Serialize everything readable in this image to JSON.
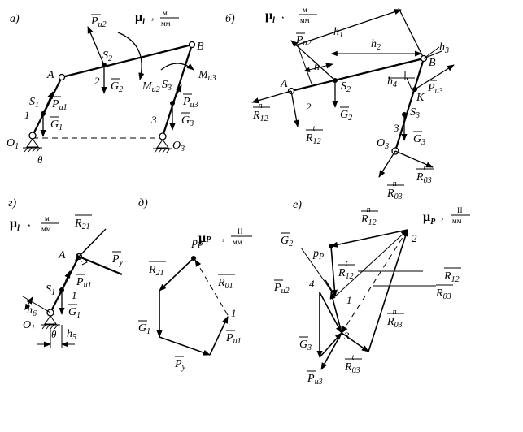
{
  "panels": {
    "a": "а)",
    "b": "б)",
    "g": "г)",
    "d": "д)",
    "e": "е)"
  },
  "scale": {
    "mu_l": "μ",
    "mu_l_sub": "l",
    "mu_P": "μ",
    "mu_P_sub": "P",
    "unit_len_num": "м",
    "unit_len_den": "мм",
    "unit_force_num": "Н",
    "unit_force_den": "мм"
  },
  "labels": {
    "A": "A",
    "B": "B",
    "K": "K",
    "S": "S",
    "O": "O",
    "G": "G",
    "P": "P",
    "R": "R",
    "M": "M",
    "h": "h",
    "pP": "p",
    "theta": "θ",
    "n": "n",
    "t": "t",
    "sub_1": "1",
    "sub_2": "2",
    "sub_3": "3",
    "sub_4": "4",
    "sub_5": "5",
    "sub_6": "6",
    "sub_12": "12",
    "sub_21": "21",
    "sub_01": "01",
    "sub_03": "03",
    "sub_i": "и",
    "sub_i1": "и1",
    "sub_i2": "и2",
    "sub_i3": "и3",
    "sub_y": "у",
    "sub_P": "P",
    "num_1": "1",
    "num_2": "2",
    "num_3": "3",
    "num_4": "4"
  },
  "icons": [
    "pin-joint-icon",
    "ground-support-icon",
    "moment-arc-icon",
    "right-angle-icon"
  ]
}
